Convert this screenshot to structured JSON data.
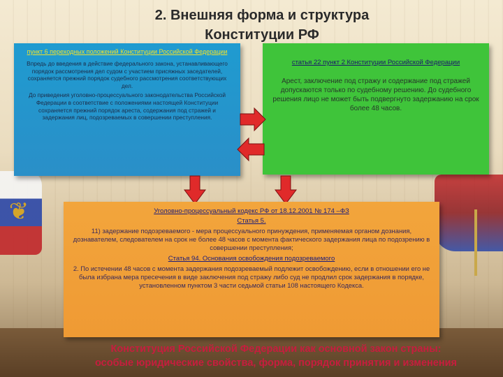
{
  "title": {
    "line1": "2. Внешняя форма и структура",
    "line2": "Конституции РФ"
  },
  "blue_box": {
    "heading": "пункт 6 переходных положений Конституции Российской Федерации",
    "para1": "Впредь до введения в действие федерального закона, устанавливающего порядок рассмотрения дел судом с участием присяжных заседателей, сохраняется прежний порядок судебного рассмотрения соответствующих дел.",
    "para2": "До приведения уголовно-процессуального законодательства Российской Федерации в соответствие с положениями настоящей Конституции сохраняется прежний порядок ареста, содержания под стражей и задержания лиц, подозреваемых в совершении преступления."
  },
  "green_box": {
    "heading": "статья 22 пункт 2 Конституции Российской Федерации",
    "text": "Арест, заключение под стражу и содержание под стражей допускаются только по судебному решению. До судебного решения лицо не может быть подвергнуто задержанию на срок более 48 часов."
  },
  "orange_box": {
    "heading": "Уголовно-процессуальный кодекс РФ от 18.12.2001 № 174 –ФЗ",
    "article5_title": "Статья 5.",
    "article5_text": "11) задержание подозреваемого - мера процессуального принуждения, применяемая органом дознания, дознавателем, следователем на срок не более 48 часов с момента фактического задержания лица по подозрению в совершении преступления;",
    "article94_title": "Статья 94. Основания освобождения подозреваемого",
    "article94_text": "2. По истечении 48 часов с момента задержания подозреваемый подлежит освобождению, если в отношении его не была избрана мера пресечения в виде заключения под стражу либо суд не продлил срок задержания в порядке, установленном пунктом 3 части седьмой статьи 108 настоящего Кодекса."
  },
  "footer": {
    "line1": "Конституция Российской Федерации как основной закон страны:",
    "line2": "особые юридические свойства, форма, порядок принятия и изменения"
  },
  "colors": {
    "blue": "#1f9bd0",
    "green": "#3fc43a",
    "orange": "#f2a53c",
    "arrow": "#e02a2a",
    "footer_text": "#c71d3e"
  },
  "icons": [
    "russian-flag-icon",
    "double-headed-eagle-emblem-icon",
    "arrow-right-icon",
    "arrow-left-icon",
    "arrow-down-icon"
  ]
}
